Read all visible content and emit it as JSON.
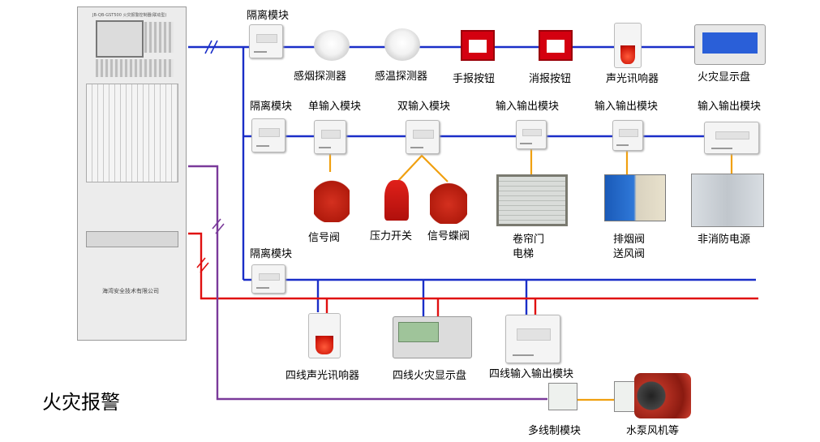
{
  "title": "火灾报警",
  "cabinet": {
    "company": "海湾安全技术有限公司",
    "header_text": "JB-QB-GST500 火灾报警控制器(联动型)"
  },
  "colors": {
    "bus_blue": "#1a2ec8",
    "power_red": "#e01010",
    "line_purple": "#7a3a9a",
    "link_orange": "#f0a010"
  },
  "row1": {
    "isolator": "隔离模块",
    "smoke": "感烟探测器",
    "heat": "感温探测器",
    "manual": "手报按钮",
    "hydrant": "消报按钮",
    "strobe": "声光讯响器",
    "display": "火灾显示盘"
  },
  "row2": {
    "isolator": "隔离模块",
    "single_input": "单输入模块",
    "dual_input": "双输入模块",
    "io1": "输入输出模块",
    "io2": "输入输出模块",
    "io3": "输入输出模块",
    "signal_valve": "信号阀",
    "pressure_switch": "压力开关",
    "butterfly_valve": "信号蝶阀",
    "shutter": "卷帘门",
    "elevator": "电梯",
    "smoke_valve": "排烟阀",
    "air_valve": "送风阀",
    "non_fire_power": "非消防电源"
  },
  "row3": {
    "isolator": "隔离模块",
    "four_strobe": "四线声光讯响器",
    "four_display": "四线火灾显示盘",
    "four_io": "四线输入输出模块",
    "multiline": "多线制模块",
    "pump_fan": "水泵风机等"
  }
}
